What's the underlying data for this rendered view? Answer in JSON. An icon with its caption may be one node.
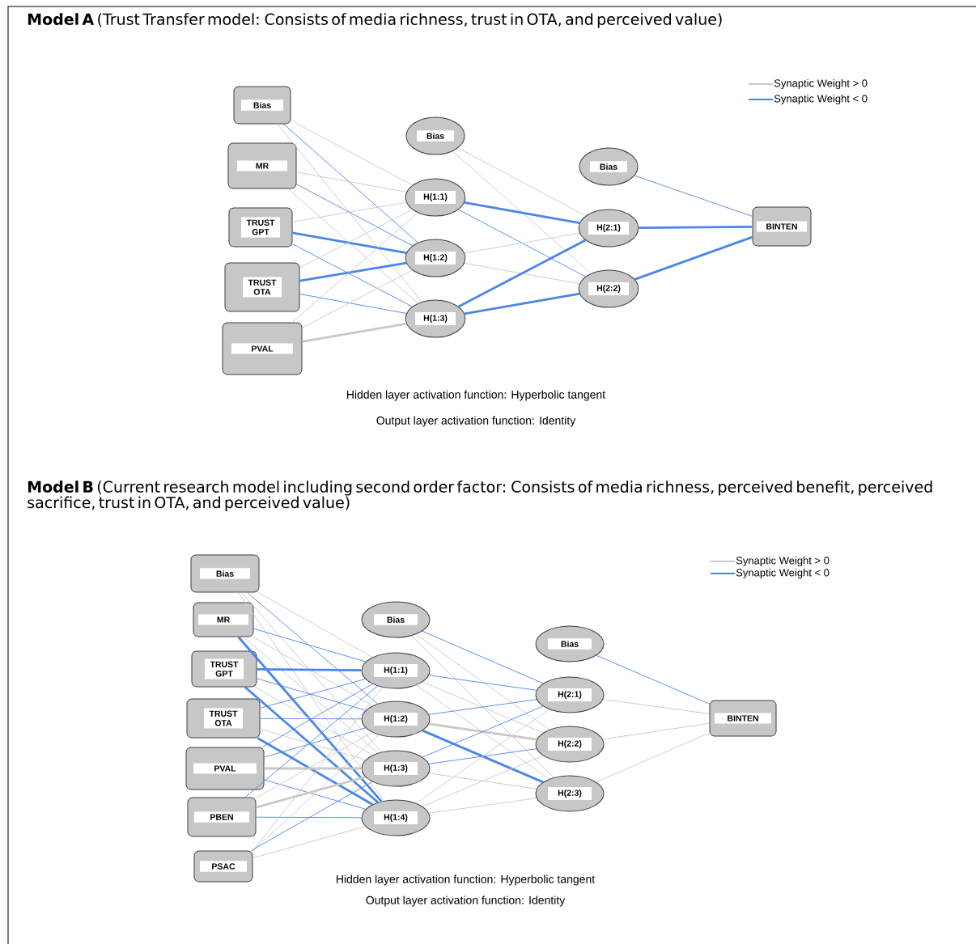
{
  "diagram": {
    "nodes": [
      {
        "text": [
          "Bias"
        ]
      },
      {
        "text": [
          "MR"
        ]
      },
      {
        "text": [
          "TRUST GPT"
        ]
      },
      {
        "text": [
          "TRUST OTA"
        ]
      },
      {
        "text": [
          "PVAL"
        ]
      },
      {
        "text": [
          "Bias"
        ]
      },
      {
        "text": [
          "H(1:1)"
        ]
      },
      {
        "text": [
          "H(1:2)"
        ]
      },
      {
        "text": [
          "H(1:3)"
        ]
      },
      {
        "text": [
          "Bias"
        ]
      },
      {
        "text": [
          "H(2:1)"
        ]
      },
      {
        "text": [
          "H(2:2)"
        ]
      },
      {
        "text": [
          "BINTEN"
        ]
      },
      {
        "text": [
          "Bias"
        ]
      },
      {
        "text": [
          "MR"
        ]
      },
      {
        "text": [
          "TRUST GPT"
        ]
      },
      {
        "text": [
          "TRUST OTA"
        ]
      },
      {
        "text": [
          "PVAL"
        ]
      },
      {
        "text": [
          "PBEN"
        ]
      },
      {
        "text": [
          "PSAC"
        ]
      },
      {
        "text": [
          "Bias"
        ]
      },
      {
        "text": [
          "H(1:1)"
        ]
      },
      {
        "text": [
          "H(1:2)"
        ]
      },
      {
        "text": [
          "H(1:3)"
        ]
      },
      {
        "text": [
          "H(1:4)"
        ]
      },
      {
        "text": [
          "Bias"
        ]
      },
      {
        "text": [
          "H(2:1)"
        ]
      },
      {
        "text": [
          "H(2:2)"
        ]
      },
      {
        "text": [
          "H(2:3)"
        ]
      },
      {
        "text": [
          "BINTEN"
        ]
      }
    ],
    "edges": [
      {
        "from": 0,
        "to": 6,
        "arrow": "none"
      },
      {
        "from": 0,
        "to": 7,
        "arrow": "none",
        "color": "#4a86e8"
      },
      {
        "from": 0,
        "to": 8,
        "arrow": "none"
      },
      {
        "from": 1,
        "to": 6,
        "arrow": "none"
      },
      {
        "from": 1,
        "to": 7,
        "arrow": "none",
        "color": "#4a86e8"
      },
      {
        "from": 1,
        "to": 8,
        "arrow": "none"
      },
      {
        "from": 2,
        "to": 6,
        "arrow": "none"
      },
      {
        "from": 2,
        "to": 7,
        "arrow": "none",
        "color": "#4a86e8",
        "style": "thick"
      },
      {
        "from": 2,
        "to": 8,
        "arrow": "none",
        "color": "#4a86e8"
      },
      {
        "from": 3,
        "to": 6,
        "arrow": "none"
      },
      {
        "from": 3,
        "to": 7,
        "arrow": "none",
        "color": "#4a86e8",
        "style": "thick"
      },
      {
        "from": 3,
        "to": 8,
        "arrow": "none",
        "color": "#4a86e8"
      },
      {
        "from": 4,
        "to": 6,
        "arrow": "none"
      },
      {
        "from": 4,
        "to": 7,
        "arrow": "none"
      },
      {
        "from": 4,
        "to": 8,
        "arrow": "none",
        "style": "thick"
      },
      {
        "from": 5,
        "to": 10,
        "arrow": "none"
      },
      {
        "from": 5,
        "to": 11,
        "arrow": "none"
      },
      {
        "from": 6,
        "to": 10,
        "arrow": "none",
        "color": "#4a86e8",
        "style": "thick"
      },
      {
        "from": 6,
        "to": 11,
        "arrow": "none",
        "color": "#4a86e8"
      },
      {
        "from": 7,
        "to": 10,
        "arrow": "none"
      },
      {
        "from": 7,
        "to": 11,
        "arrow": "none"
      },
      {
        "from": 8,
        "to": 10,
        "arrow": "none",
        "color": "#4a86e8",
        "style": "thick"
      },
      {
        "from": 8,
        "to": 11,
        "arrow": "none",
        "color": "#4a86e8",
        "style": "thick"
      },
      {
        "from": 9,
        "to": 12,
        "arrow": "none",
        "color": "#4a86e8"
      },
      {
        "from": 10,
        "to": 12,
        "arrow": "none",
        "color": "#4a86e8",
        "style": "thick"
      },
      {
        "from": 11,
        "to": 12,
        "arrow": "none",
        "color": "#4a86e8",
        "style": "thick"
      },
      {
        "from": 13,
        "to": 21,
        "arrow": "none"
      },
      {
        "from": 13,
        "to": 22,
        "arrow": "none",
        "color": "#4a86e8"
      },
      {
        "from": 13,
        "to": 23,
        "arrow": "none"
      },
      {
        "from": 13,
        "to": 24,
        "arrow": "none"
      },
      {
        "from": 14,
        "to": 21,
        "arrow": "none",
        "color": "#4a86e8"
      },
      {
        "from": 14,
        "to": 22,
        "arrow": "none"
      },
      {
        "from": 14,
        "to": 23,
        "arrow": "none"
      },
      {
        "from": 14,
        "to": 24,
        "arrow": "none",
        "color": "#4a86e8",
        "style": "thick"
      },
      {
        "from": 15,
        "to": 21,
        "arrow": "none",
        "color": "#4a86e8",
        "style": "thick"
      },
      {
        "from": 15,
        "to": 22,
        "arrow": "none",
        "color": "#4a86e8"
      },
      {
        "from": 15,
        "to": 23,
        "arrow": "none"
      },
      {
        "from": 15,
        "to": 24,
        "arrow": "none",
        "color": "#4a86e8",
        "style": "thick"
      },
      {
        "from": 16,
        "to": 21,
        "arrow": "none",
        "color": "#4a86e8"
      },
      {
        "from": 16,
        "to": 22,
        "arrow": "none",
        "color": "#4a86e8"
      },
      {
        "from": 16,
        "to": 23,
        "arrow": "none"
      },
      {
        "from": 16,
        "to": 24,
        "arrow": "none",
        "color": "#4a86e8",
        "style": "thick"
      },
      {
        "from": 17,
        "to": 21,
        "arrow": "none",
        "color": "#4a86e8"
      },
      {
        "from": 17,
        "to": 22,
        "arrow": "none",
        "color": "#4a86e8"
      },
      {
        "from": 17,
        "to": 23,
        "arrow": "none",
        "style": "thick"
      },
      {
        "from": 17,
        "to": 24,
        "arrow": "none",
        "color": "#4a86e8"
      },
      {
        "from": 18,
        "to": 21,
        "arrow": "none",
        "color": "#4a86e8"
      },
      {
        "from": 18,
        "to": 22,
        "arrow": "none"
      },
      {
        "from": 18,
        "to": 23,
        "arrow": "none",
        "style": "thick"
      },
      {
        "from": 18,
        "to": 24,
        "arrow": "none",
        "color": "#4a86e8"
      },
      {
        "from": 19,
        "to": 21,
        "arrow": "none"
      },
      {
        "from": 19,
        "to": 22,
        "arrow": "none"
      },
      {
        "from": 19,
        "to": 23,
        "arrow": "none",
        "color": "#4a86e8"
      },
      {
        "from": 19,
        "to": 24,
        "arrow": "none"
      },
      {
        "from": 20,
        "to": 26,
        "arrow": "none",
        "color": "#4a86e8"
      },
      {
        "from": 20,
        "to": 27,
        "arrow": "none"
      },
      {
        "from": 20,
        "to": 28,
        "arrow": "none"
      },
      {
        "from": 21,
        "to": 26,
        "arrow": "none",
        "color": "#4a86e8"
      },
      {
        "from": 21,
        "to": 27,
        "arrow": "none"
      },
      {
        "from": 21,
        "to": 28,
        "arrow": "none"
      },
      {
        "from": 22,
        "to": 26,
        "arrow": "none",
        "color": "#4a86e8"
      },
      {
        "from": 22,
        "to": 27,
        "arrow": "none",
        "style": "thick"
      },
      {
        "from": 22,
        "to": 28,
        "arrow": "none",
        "color": "#4a86e8",
        "style": "thick"
      },
      {
        "from": 23,
        "to": 26,
        "arrow": "none",
        "color": "#4a86e8"
      },
      {
        "from": 23,
        "to": 27,
        "arrow": "none",
        "color": "#4a86e8"
      },
      {
        "from": 23,
        "to": 28,
        "arrow": "none"
      },
      {
        "from": 24,
        "to": 26,
        "arrow": "none"
      },
      {
        "from": 24,
        "to": 27,
        "arrow": "none"
      },
      {
        "from": 24,
        "to": 28,
        "arrow": "none"
      },
      {
        "from": 25,
        "to": 29,
        "arrow": "none",
        "color": "#4a86e8"
      },
      {
        "from": 26,
        "to": 29,
        "arrow": "none"
      },
      {
        "from": 27,
        "to": 29,
        "arrow": "none"
      },
      {
        "from": 28,
        "to": 29,
        "arrow": "none"
      }
    ],
    "labels": [
      "**Model A** (Trust Transfer model: Consists of media richness, trust in OTA, and perceived value)",
      "Hidden layer activation function: Hyperbolic tangent",
      "Output layer activation function: Identity",
      "**Model B** (Current research model including second order factor: Consists of media richness, perceived benefit, perceived sacrifice, trust in OTA, and perceived value)",
      "Hidden layer activation function: Hyperbolic tangent",
      "Output layer activation function: Identity"
    ],
    "legend": [
      {
        "text": "Synaptic Weight > 0"
      },
      {
        "text": "Synaptic Weight < 0"
      },
      {
        "text": "Synaptic Weight > 0"
      },
      {
        "text": "Synaptic Weight < 0"
      }
    ]
  }
}
